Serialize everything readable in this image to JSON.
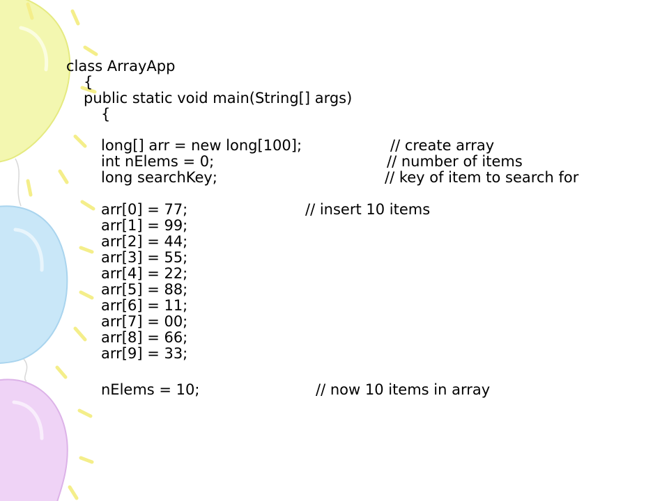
{
  "code": {
    "class_decl": "class ArrayApp",
    "class_open_brace": "{",
    "method_decl": "public static void main(String[] args)",
    "method_open_brace": "{",
    "declarations": [
      {
        "code": "long[] arr = new long[100];",
        "comment": "// create array"
      },
      {
        "code": "int nElems = 0;",
        "comment": "// number of items"
      },
      {
        "code": "long searchKey;",
        "comment": "// key of item to search for"
      }
    ],
    "assignments": [
      {
        "code": "arr[0] = 77;",
        "comment": "// insert 10 items"
      },
      {
        "code": "arr[1] = 99;",
        "comment": ""
      },
      {
        "code": "arr[2] = 44;",
        "comment": ""
      },
      {
        "code": "arr[3] = 55;",
        "comment": ""
      },
      {
        "code": "arr[4] = 22;",
        "comment": ""
      },
      {
        "code": "arr[5] = 88;",
        "comment": ""
      },
      {
        "code": "arr[6] = 11;",
        "comment": ""
      },
      {
        "code": "arr[7] = 00;",
        "comment": ""
      },
      {
        "code": "arr[8] = 66;",
        "comment": ""
      },
      {
        "code": "arr[9] = 33;",
        "comment": ""
      }
    ],
    "final_statement": {
      "code": "nElems = 10;",
      "comment": "// now 10 items in array"
    }
  },
  "theme": {
    "balloon_yellow": "#f3f7b0",
    "balloon_blue": "#c9e7f8",
    "balloon_purple": "#efd3f6",
    "confetti": "#f4ee8a"
  }
}
